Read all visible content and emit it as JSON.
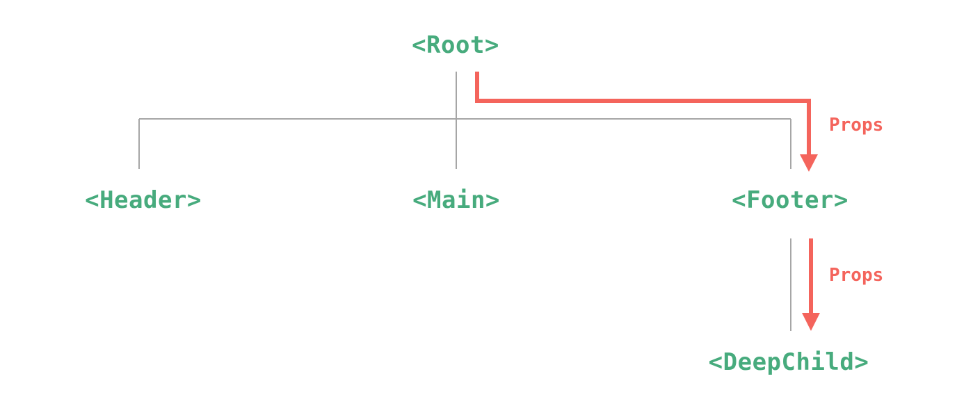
{
  "diagram": {
    "nodes": {
      "root": {
        "label": "<Root>"
      },
      "header": {
        "label": "<Header>"
      },
      "main": {
        "label": "<Main>"
      },
      "footer": {
        "label": "<Footer>"
      },
      "deepchild": {
        "label": "<DeepChild>"
      }
    },
    "edges": {
      "props_root_to_footer": {
        "label": "Props"
      },
      "props_footer_to_deepchild": {
        "label": "Props"
      }
    },
    "colors": {
      "node_text": "#47ab7d",
      "props_arrow": "#f4645c",
      "tree_line": "#a6a6a6",
      "background": "#ffffff"
    }
  }
}
